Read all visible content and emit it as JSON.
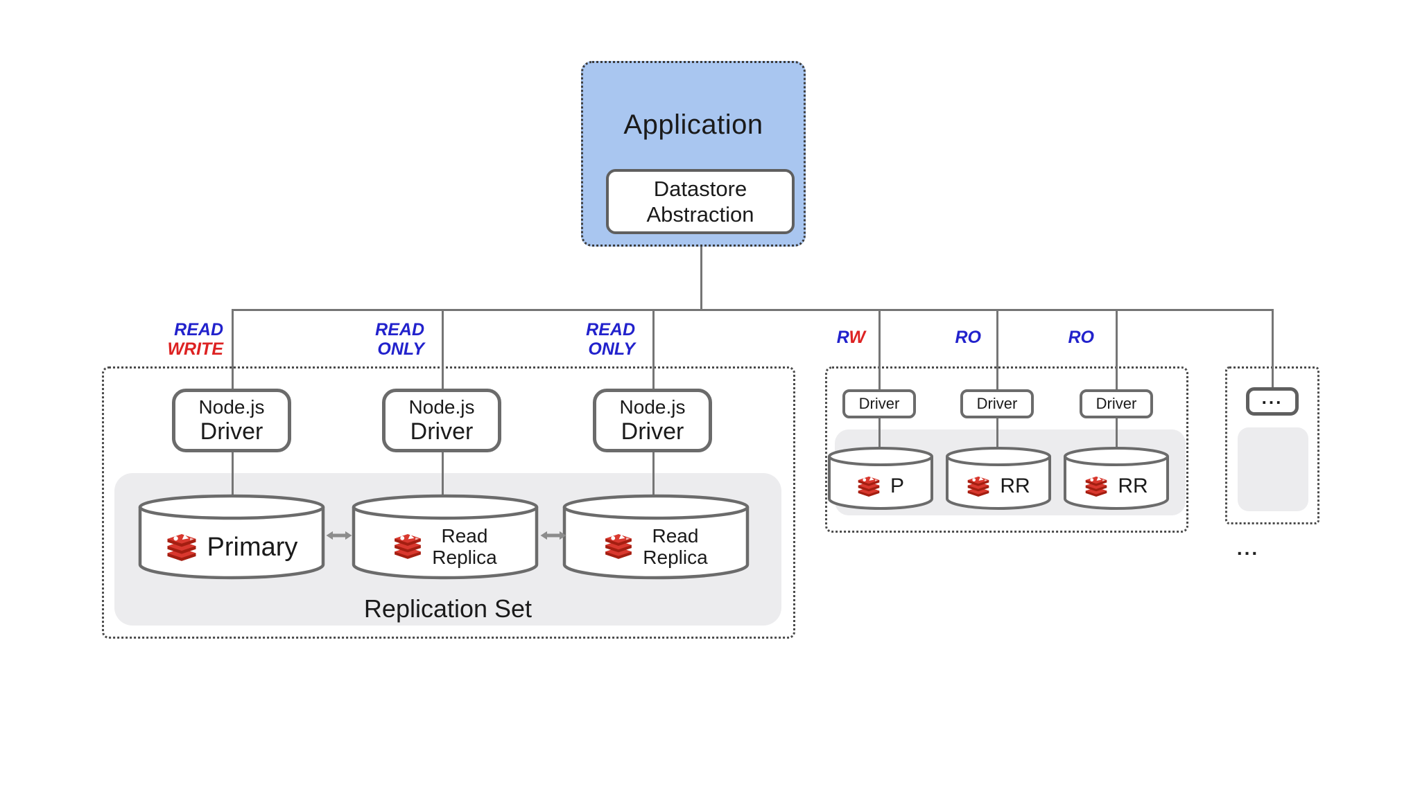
{
  "application": {
    "title": "Application",
    "datastore_line1": "Datastore",
    "datastore_line2": "Abstraction"
  },
  "branch_labels": {
    "replication": [
      {
        "line1": "READ",
        "line2": "WRITE"
      },
      {
        "line1": "READ",
        "line2": "ONLY"
      },
      {
        "line1": "READ",
        "line2": "ONLY"
      }
    ],
    "shards": [
      {
        "r": "R",
        "w": "W"
      },
      {
        "label": "RO"
      },
      {
        "label": "RO"
      }
    ]
  },
  "nodejs_driver": {
    "line1": "Node.js",
    "line2": "Driver"
  },
  "replication_set": {
    "title": "Replication Set",
    "primary": "Primary",
    "replica_line1": "Read",
    "replica_line2": "Replica"
  },
  "shard_set": {
    "driver": "Driver",
    "primary": "P",
    "replica": "RR"
  },
  "more_shards": {
    "box_label": "...",
    "ellipsis": "..."
  },
  "icons": {
    "database": "redis-database-icon",
    "sync": "bidirectional-sync-arrow-icon"
  },
  "colors": {
    "app_fill": "#a9c6f0",
    "panel_fill": "#ececee",
    "line": "#757575",
    "border": "#6b6b6b",
    "blue_label": "#2222cc",
    "red_label": "#dd2222",
    "redis_red": "#d9382e",
    "redis_dark": "#a41e11"
  }
}
